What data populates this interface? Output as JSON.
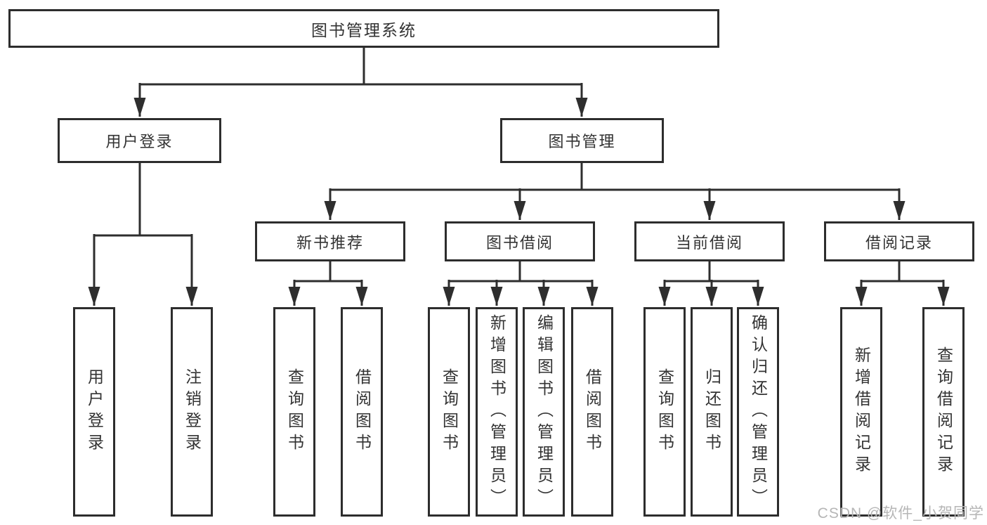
{
  "tree": {
    "root_label": "图书管理系统",
    "level2": [
      {
        "label": "用户登录",
        "leaves": [
          {
            "label": "用户登录"
          },
          {
            "label": "注销登录"
          }
        ]
      },
      {
        "label": "图书管理",
        "groups": [
          {
            "label": "新书推荐",
            "leaves": [
              {
                "label": "查询图书"
              },
              {
                "label": "借阅图书"
              }
            ]
          },
          {
            "label": "图书借阅",
            "leaves": [
              {
                "label": "查询图书"
              },
              {
                "label": "新增图书（管理员）"
              },
              {
                "label": "编辑图书（管理员）"
              },
              {
                "label": "借阅图书"
              }
            ]
          },
          {
            "label": "当前借阅",
            "leaves": [
              {
                "label": "查询图书"
              },
              {
                "label": "归还图书"
              },
              {
                "label": "确认归还（管理员）"
              }
            ]
          },
          {
            "label": "借阅记录",
            "leaves": [
              {
                "label": "新增借阅记录"
              },
              {
                "label": "查询借阅记录"
              }
            ]
          }
        ]
      }
    ]
  },
  "watermark": {
    "text": "CSDN @软件_小贺同学"
  },
  "colors": {
    "line": "#2e2e2e",
    "box_border": "#2d2d2d",
    "text": "#333333",
    "watermark": "#b6b6b6",
    "background": "#ffffff"
  }
}
